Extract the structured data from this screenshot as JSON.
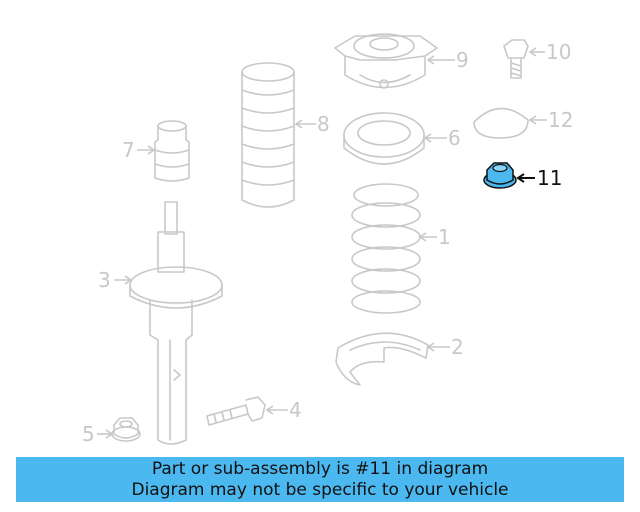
{
  "highlight_color": "#4bb8f0",
  "parts": [
    {
      "key": "p1",
      "number": "1",
      "icon": "coil-spring-icon"
    },
    {
      "key": "p2",
      "number": "2",
      "icon": "spring-seat-icon"
    },
    {
      "key": "p3",
      "number": "3",
      "icon": "strut-assembly-icon"
    },
    {
      "key": "p4",
      "number": "4",
      "icon": "bolt-icon"
    },
    {
      "key": "p5",
      "number": "5",
      "icon": "nut-icon"
    },
    {
      "key": "p6",
      "number": "6",
      "icon": "upper-spring-seat-icon"
    },
    {
      "key": "p7",
      "number": "7",
      "icon": "bump-stop-icon"
    },
    {
      "key": "p8",
      "number": "8",
      "icon": "dust-boot-icon"
    },
    {
      "key": "p9",
      "number": "9",
      "icon": "strut-mount-icon"
    },
    {
      "key": "p10",
      "number": "10",
      "icon": "bolt-icon"
    },
    {
      "key": "p11",
      "number": "11",
      "icon": "flange-nut-icon",
      "highlighted": true
    },
    {
      "key": "p12",
      "number": "12",
      "icon": "cap-icon"
    }
  ],
  "banner": {
    "line1": "Part or sub-assembly is #11 in diagram",
    "line2": "Diagram may not be specific to your vehicle"
  }
}
